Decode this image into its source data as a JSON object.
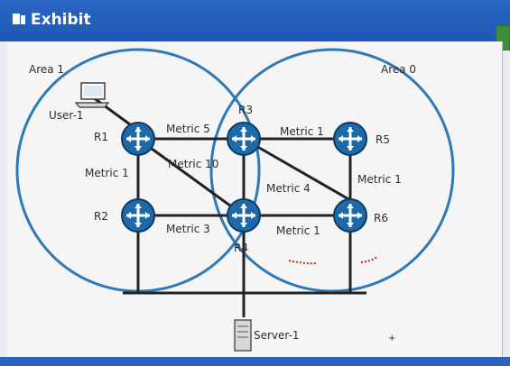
{
  "window": {
    "title": "Exhibit"
  },
  "diagram": {
    "areas": {
      "area1": "Area 1",
      "area0": "Area 0"
    },
    "hosts": {
      "user": "User-1",
      "server": "Server-1"
    },
    "routers": {
      "r1": "R1",
      "r2": "R2",
      "r3": "R3",
      "r4": "R4",
      "r5": "R5",
      "r6": "R6"
    },
    "links": {
      "r1_r3": "Metric 5",
      "r1_r2": "Metric 1",
      "r1_r4": "Metric 10",
      "r3_r5": "Metric 1",
      "r5_r6": "Metric 1",
      "r3_r6": "Metric 4",
      "r2_r4": "Metric 3",
      "r4_r6": "Metric 1"
    }
  }
}
